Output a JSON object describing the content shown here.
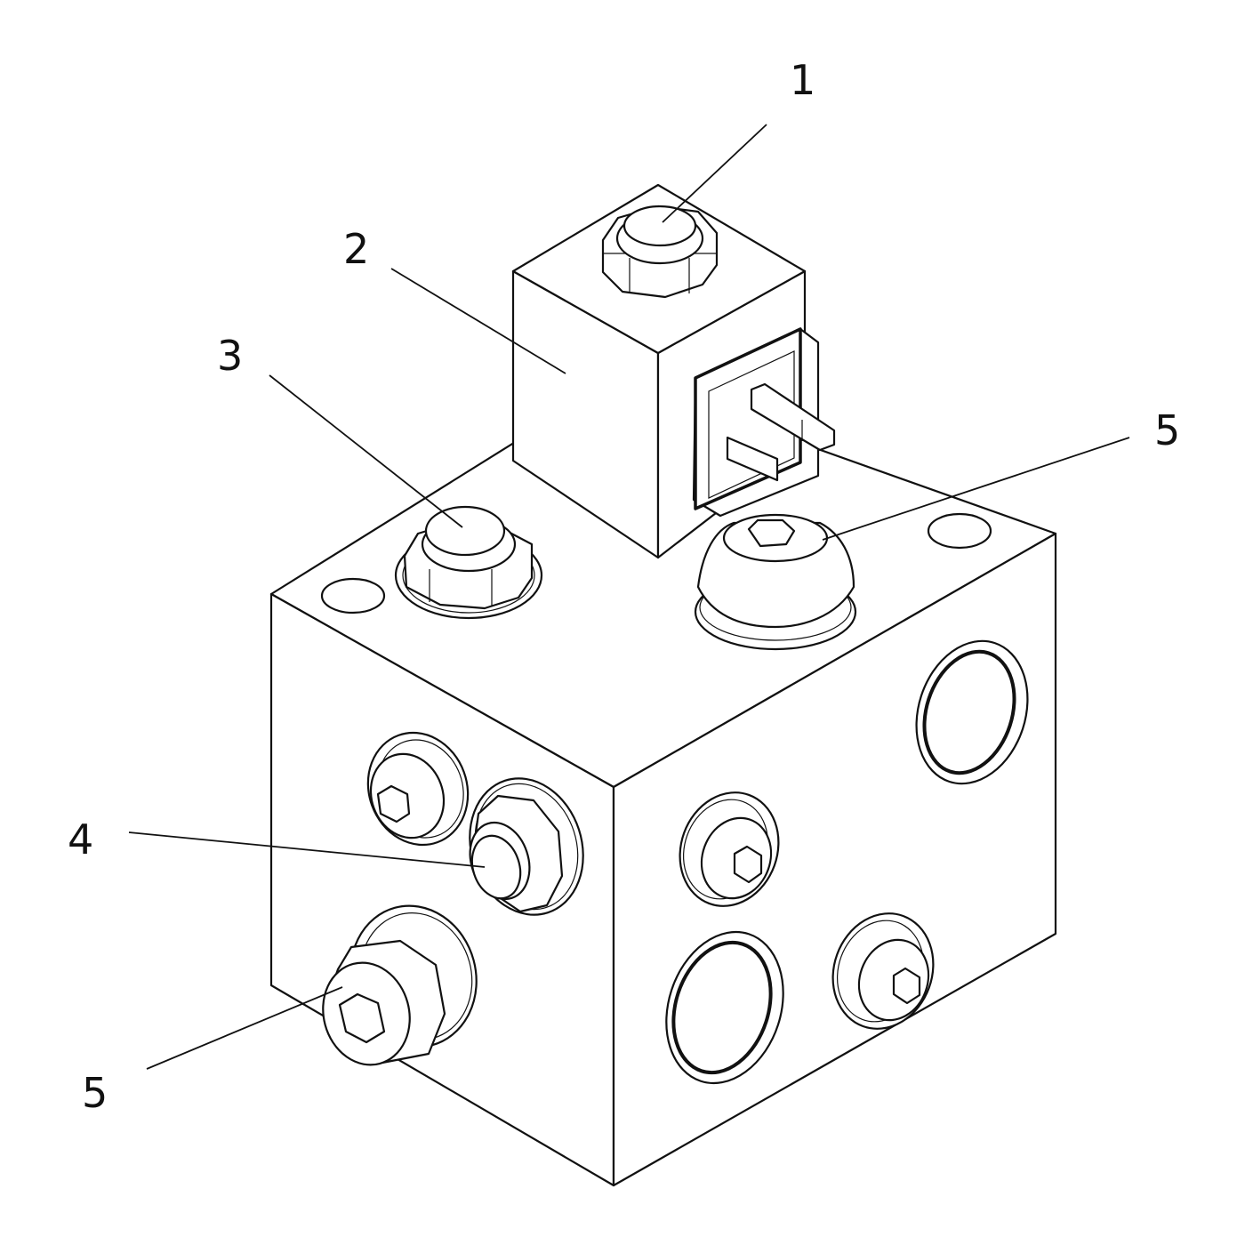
{
  "figure": {
    "callouts": [
      {
        "id": "c1",
        "label": "1"
      },
      {
        "id": "c2",
        "label": "2"
      },
      {
        "id": "c3",
        "label": "3"
      },
      {
        "id": "c4",
        "label": "4"
      },
      {
        "id": "c5a",
        "label": "5"
      },
      {
        "id": "c5b",
        "label": "5"
      }
    ],
    "parts": [
      {
        "number": "1",
        "name": "solenoid-cap-nut"
      },
      {
        "number": "2",
        "name": "solenoid-coil"
      },
      {
        "number": "3",
        "name": "valve-cartridge-nut"
      },
      {
        "number": "4",
        "name": "valve-cartridge-nut"
      },
      {
        "number": "5",
        "name": "hex-socket-plug"
      }
    ],
    "colors": {
      "line": "#111111",
      "background": "#ffffff"
    }
  }
}
